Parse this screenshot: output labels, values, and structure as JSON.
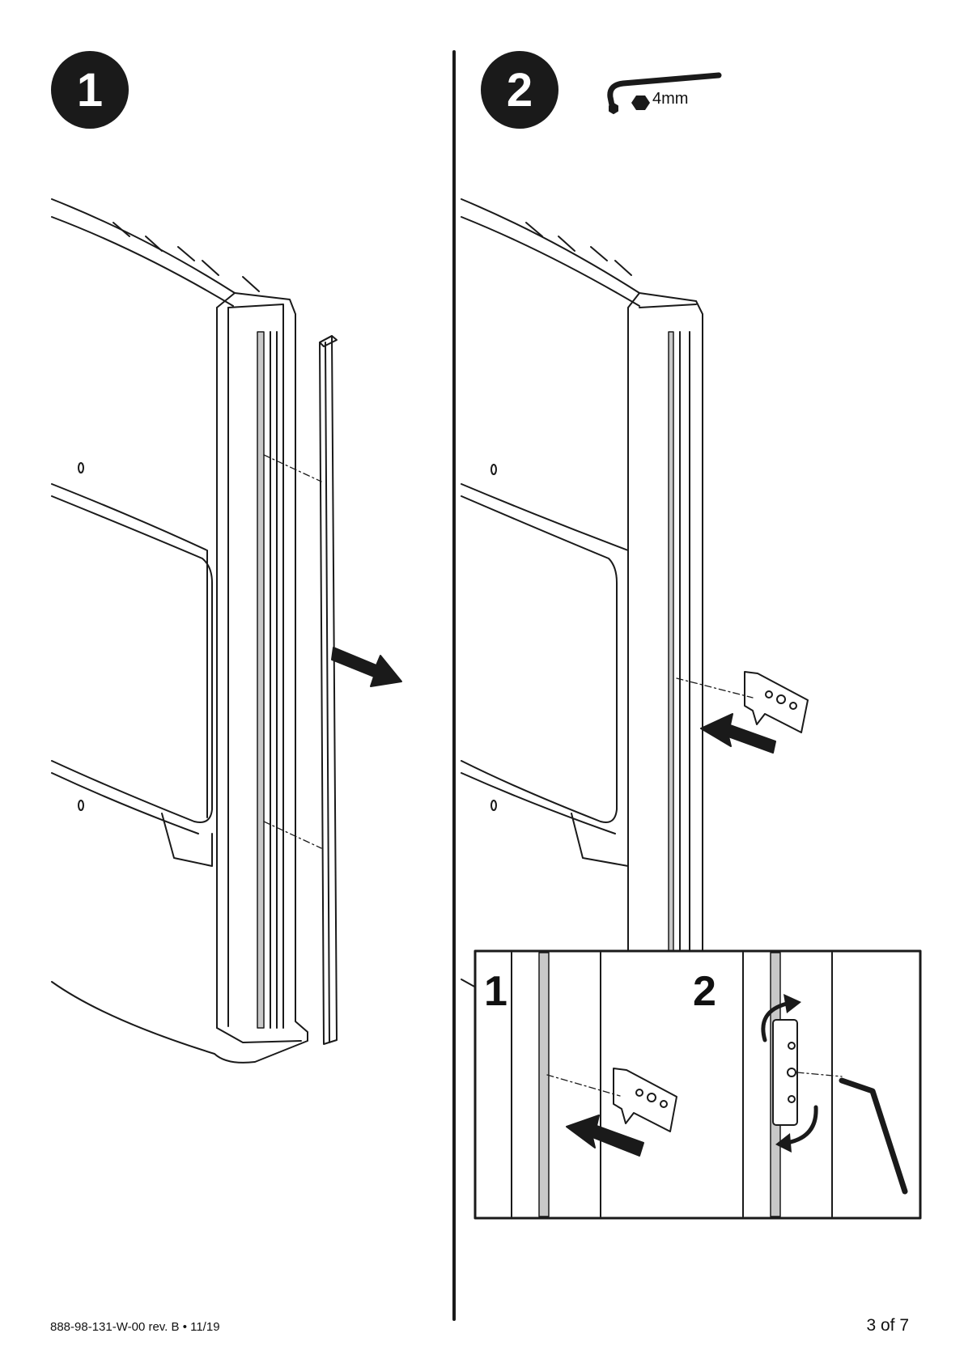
{
  "steps": [
    {
      "number": "1"
    },
    {
      "number": "2"
    }
  ],
  "tool": {
    "icon": "hex-key-icon",
    "size_label": "4mm"
  },
  "inset": {
    "sub_steps": [
      "1",
      "2"
    ]
  },
  "footer": {
    "document_id": "888-98-131-W-00 rev. B • 11/19",
    "page": "3 of 7"
  }
}
